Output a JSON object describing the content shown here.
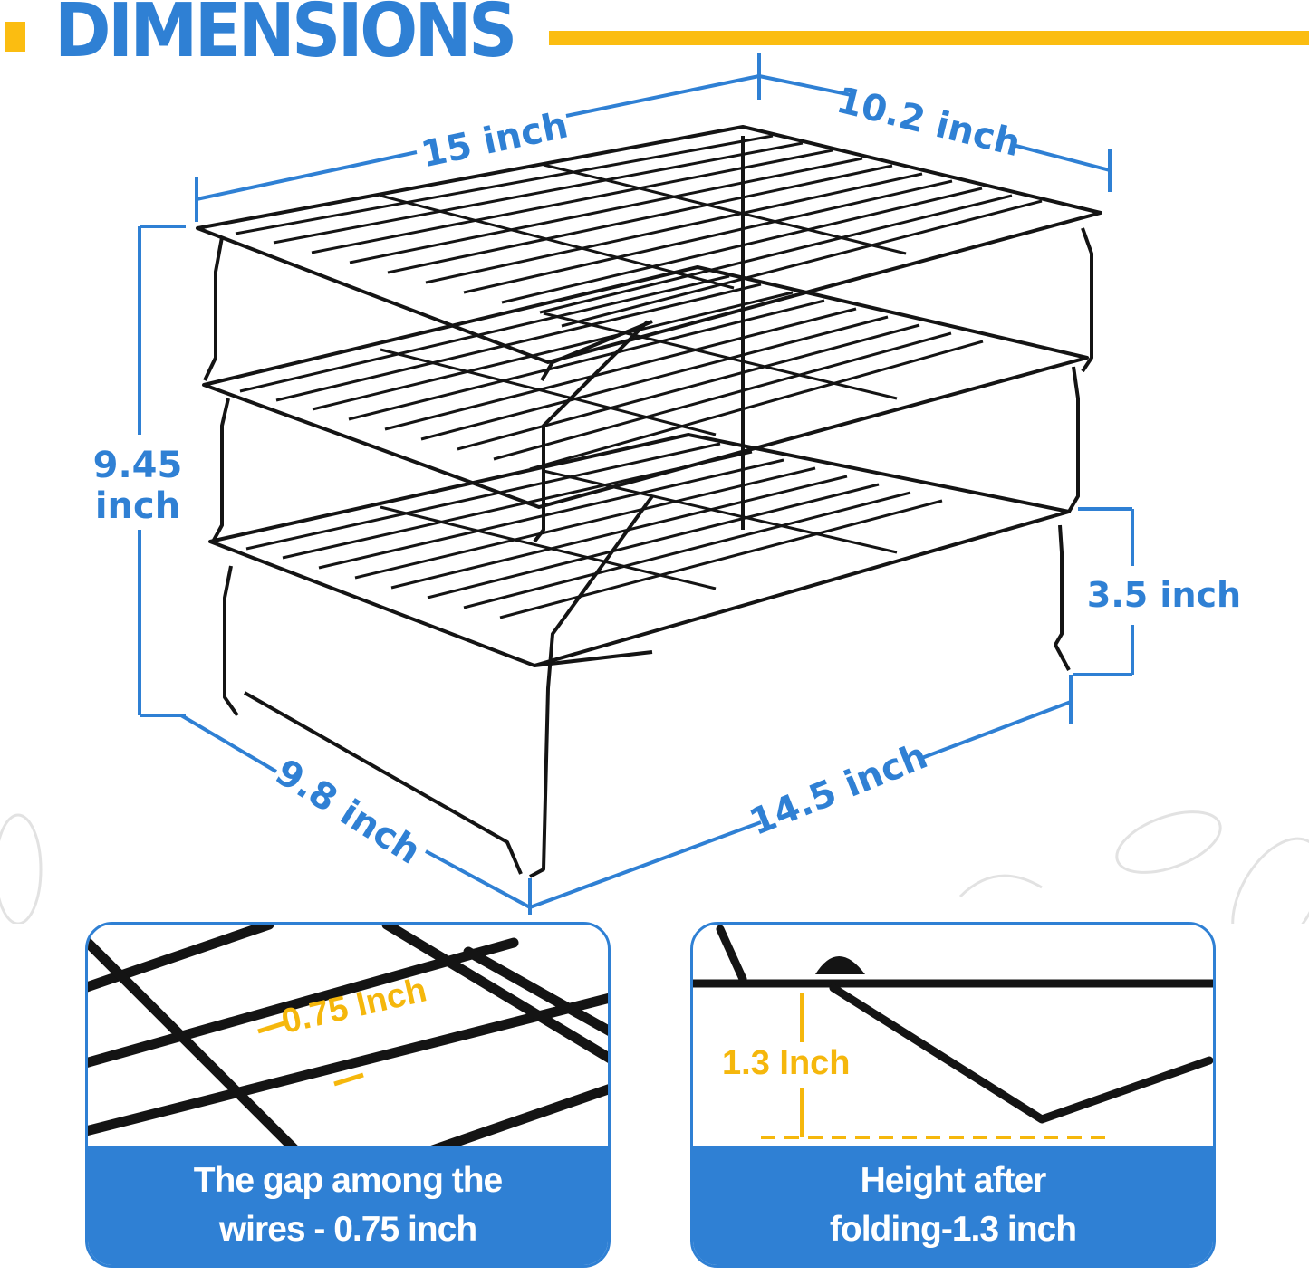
{
  "header": {
    "title": "DIMENSIONS",
    "accent_color": "#fbbd11",
    "brand_color": "#2f80d4"
  },
  "dimensions": {
    "top_length": "15 inch",
    "top_width": "10.2 inch",
    "total_height_value": "9.45",
    "total_height_unit": "inch",
    "tier_height": "3.5 inch",
    "bottom_width": "9.8 inch",
    "bottom_length": "14.5 inch"
  },
  "panels": [
    {
      "callout": "0.75 Inch",
      "caption_line1": "The gap among the",
      "caption_line2": "wires - 0.75 inch"
    },
    {
      "callout": "1.3 Inch",
      "caption_line1": "Height after",
      "caption_line2": "folding-1.3 inch"
    }
  ]
}
